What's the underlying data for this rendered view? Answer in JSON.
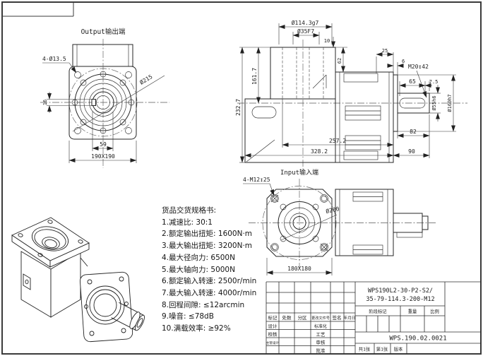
{
  "views": {
    "output_front": {
      "title": "Output输出端",
      "dim_holes": "4-Ø13.5",
      "dim_bolt_circle": "Ø215",
      "dim_key_width": "16",
      "dim_hole_span": "59",
      "dim_square": "190X190"
    },
    "side": {
      "dim_spigot": "Ø114.3g7",
      "dim_bore": "Ø35F7",
      "dim_total_height": "232.7",
      "dim_face_height": "161.7",
      "dim_step": "10",
      "dim_spigot_depth": "62",
      "dim_offset_25": "25",
      "dim_offset_6": "6",
      "dim_thread": "M20↧42",
      "dim_key_len": "65",
      "dim_key_end": "7.5",
      "dim_shaft_dia": "Ø55h6",
      "dim_pilot_dia": "Ø160h7",
      "dim_shaft_len": "82",
      "dim_body_len": "257.2",
      "dim_total_len": "328.2",
      "dim_ext_len": "90"
    },
    "input_front": {
      "title": "Input输入端",
      "dim_holes": "4-M12↧25",
      "dim_bolt_circle": "Ø200",
      "dim_square": "180X180"
    }
  },
  "specs": {
    "title": "货品交货规格书:",
    "items": [
      "1.减速比: 30:1",
      "2.额定输出扭矩: 1600N·m",
      "3.最大输出扭矩: 3200N·m",
      "4.最大径向力: 6500N",
      "5.最大轴向力: 5000N",
      "6.额定输入转速: 2500r/min",
      "7.最大输入转速: 4000r/min",
      "8.回程间隙: ≤12arcmin",
      "9.噪音: ≤78dB",
      "10.满载效率: ≥92%"
    ]
  },
  "title_block": {
    "part_no_line1": "WPS190L2-30-P2-S2/",
    "part_no_line2": "35-79-114.3-200-M12",
    "drawing_no": "WPS.190.02.0021",
    "rev_headers": [
      "标记",
      "处数",
      "分区",
      "更改文件号",
      "签名",
      "年月日"
    ],
    "sign_rows_left": [
      "设计",
      "校核",
      "主管设计"
    ],
    "sign_rows_right": [
      "标准化",
      "工艺",
      "审核",
      "批准"
    ],
    "stage_label": "阶段标记",
    "weight_label": "重量",
    "scale_label": "比例",
    "sheet_count": "共1张",
    "sheet_no": "第1张",
    "version_label": "版本"
  }
}
